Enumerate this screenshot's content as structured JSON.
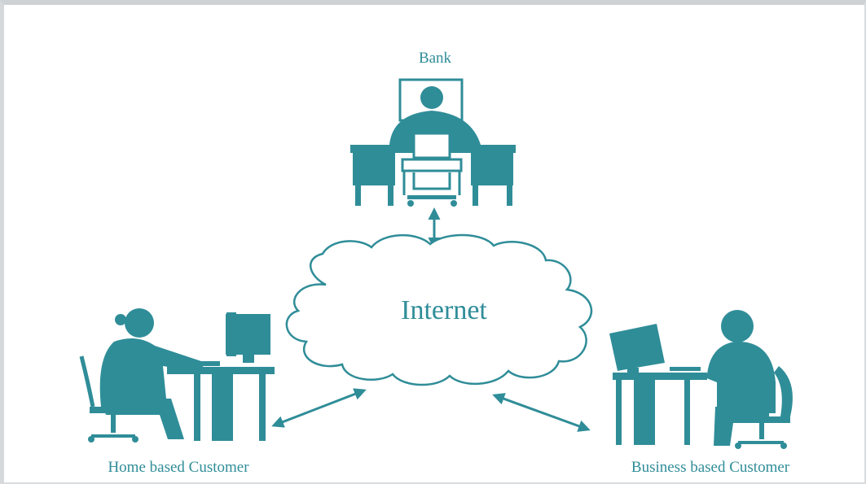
{
  "diagram": {
    "nodes": {
      "bank": {
        "label": "Bank",
        "icon": "bank-clerk-at-desk-icon"
      },
      "internet": {
        "label": "Internet",
        "icon": "cloud-icon"
      },
      "home": {
        "label": "Home based Customer",
        "icon": "home-user-at-computer-icon"
      },
      "business": {
        "label": "Business based Customer",
        "icon": "business-user-at-computer-icon"
      }
    },
    "edges": [
      {
        "from": "bank",
        "to": "internet",
        "direction": "bidirectional"
      },
      {
        "from": "home",
        "to": "internet",
        "direction": "bidirectional"
      },
      {
        "from": "business",
        "to": "internet",
        "direction": "bidirectional"
      }
    ],
    "colors": {
      "accent": "#2f8d98",
      "background": "#ffffff"
    }
  }
}
